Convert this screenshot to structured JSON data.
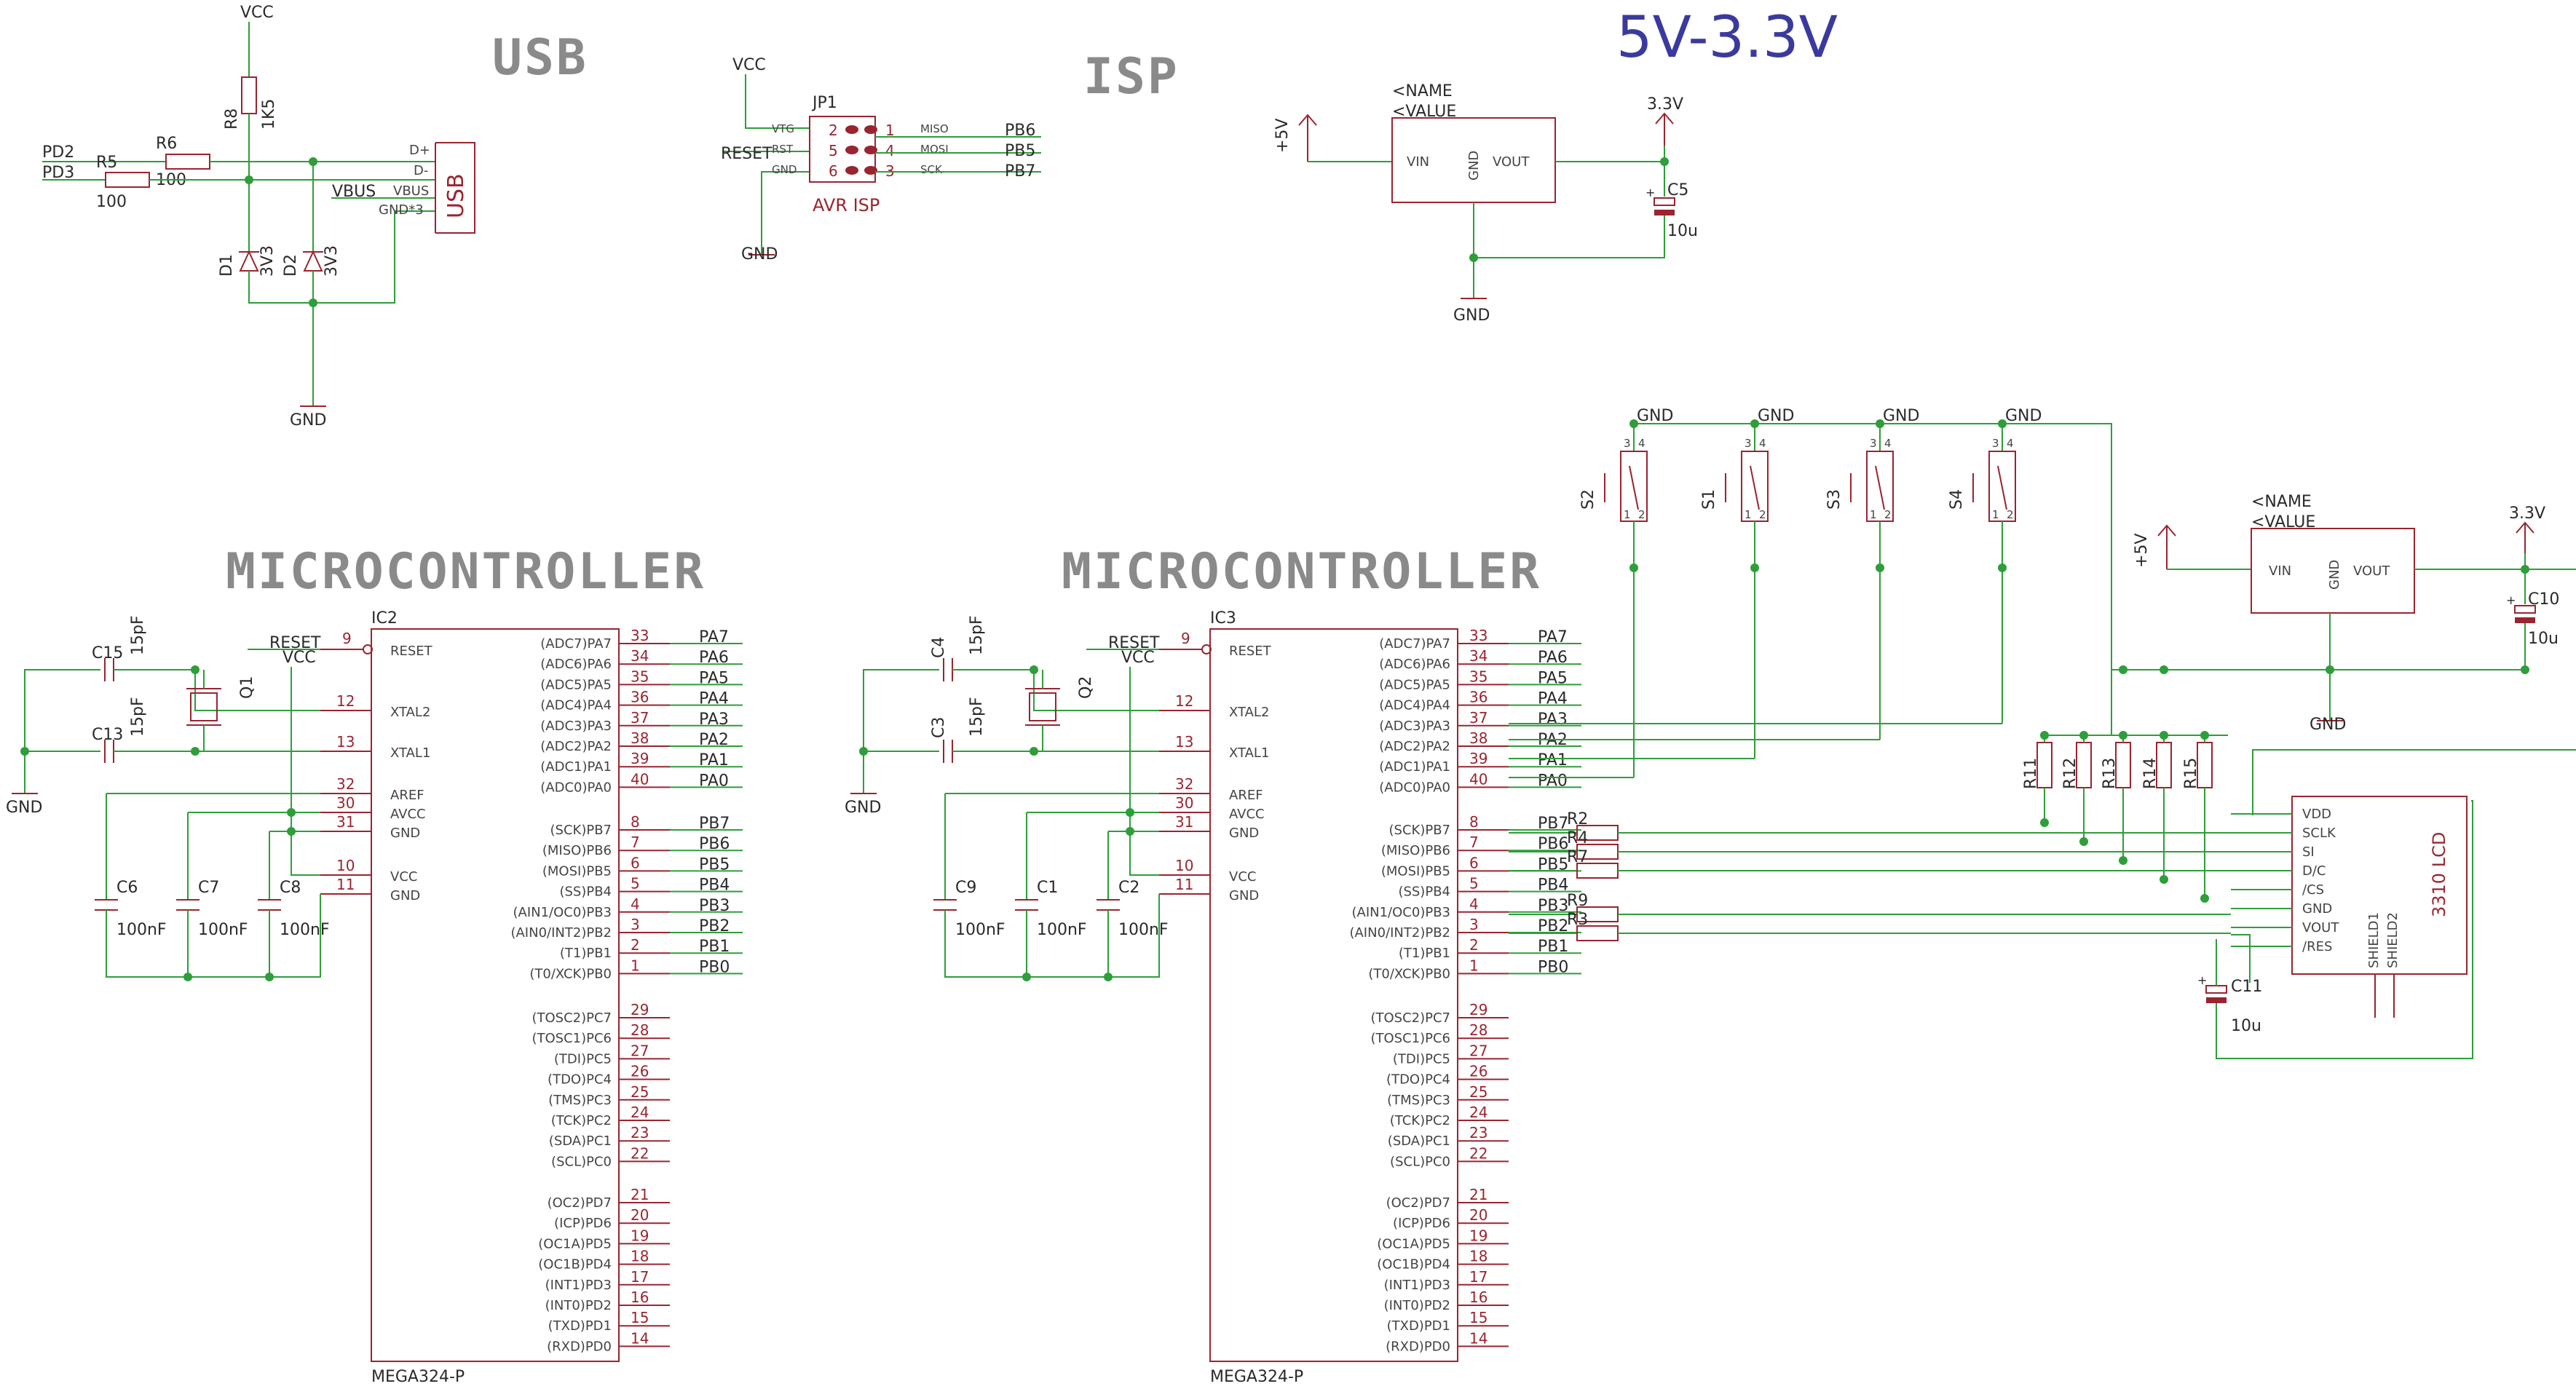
{
  "headings": {
    "usb": "USB",
    "isp": "ISP",
    "regulator": "5V-3.3V",
    "mcu_left": "MICROCONTROLLER",
    "mcu_right": "MICROCONTROLLER"
  },
  "power": {
    "vcc": "VCC",
    "gnd": "GND",
    "v5": "+5V",
    "v33": "3.3V"
  },
  "usb": {
    "connector_label": "USB",
    "pins": [
      "D+",
      "D-",
      "VBUS",
      "GND*3"
    ],
    "net_vbus": "VBUS",
    "nets": [
      "PD2",
      "PD3"
    ],
    "r5": "R5",
    "r5_val": "100",
    "r6": "R6",
    "r6_val": "100",
    "r8": "R8",
    "r8_val": "1K5",
    "d1": "D1",
    "d1_val": "3V3",
    "d2": "D2",
    "d2_val": "3V3"
  },
  "isp": {
    "name": "JP1",
    "label": "AVR ISP",
    "left_pins": [
      "VTG",
      "RST",
      "GND"
    ],
    "left_nums": [
      "2",
      "5",
      "6"
    ],
    "right_pins": [
      "MISO",
      "MOSI",
      "SCK"
    ],
    "right_nums": [
      "1",
      "4",
      "3"
    ],
    "nets": [
      "PB6",
      "PB5",
      "PB7"
    ],
    "reset": "RESET"
  },
  "regulator": {
    "name": "<NAME",
    "value": "<VALUE",
    "pins": [
      "VIN",
      "GND",
      "VOUT"
    ],
    "cap": "C5",
    "cap_val": "10u"
  },
  "regulator2": {
    "name": "<NAME",
    "value": "<VALUE",
    "pins": [
      "VIN",
      "GND",
      "VOUT"
    ],
    "cap": "C10",
    "cap_val": "10u"
  },
  "mcu": {
    "left_pins": [
      {
        "num": "9",
        "name": "RESET"
      },
      {
        "num": "12",
        "name": "XTAL2"
      },
      {
        "num": "13",
        "name": "XTAL1"
      },
      {
        "num": "32",
        "name": "AREF"
      },
      {
        "num": "30",
        "name": "AVCC"
      },
      {
        "num": "31",
        "name": "GND"
      },
      {
        "num": "10",
        "name": "VCC"
      },
      {
        "num": "11",
        "name": "GND"
      }
    ],
    "right_pins": [
      {
        "num": "33",
        "name": "(ADC7)PA7",
        "net": "PA7"
      },
      {
        "num": "34",
        "name": "(ADC6)PA6",
        "net": "PA6"
      },
      {
        "num": "35",
        "name": "(ADC5)PA5",
        "net": "PA5"
      },
      {
        "num": "36",
        "name": "(ADC4)PA4",
        "net": "PA4"
      },
      {
        "num": "37",
        "name": "(ADC3)PA3",
        "net": "PA3"
      },
      {
        "num": "38",
        "name": "(ADC2)PA2",
        "net": "PA2"
      },
      {
        "num": "39",
        "name": "(ADC1)PA1",
        "net": "PA1"
      },
      {
        "num": "40",
        "name": "(ADC0)PA0",
        "net": "PA0"
      },
      {
        "num": "8",
        "name": "(SCK)PB7",
        "net": "PB7"
      },
      {
        "num": "7",
        "name": "(MISO)PB6",
        "net": "PB6"
      },
      {
        "num": "6",
        "name": "(MOSI)PB5",
        "net": "PB5"
      },
      {
        "num": "5",
        "name": "(SS)PB4",
        "net": "PB4"
      },
      {
        "num": "4",
        "name": "(AIN1/OC0)PB3",
        "net": "PB3"
      },
      {
        "num": "3",
        "name": "(AIN0/INT2)PB2",
        "net": "PB2"
      },
      {
        "num": "2",
        "name": "(T1)PB1",
        "net": "PB1"
      },
      {
        "num": "1",
        "name": "(T0/XCK)PB0",
        "net": "PB0"
      },
      {
        "num": "29",
        "name": "(TOSC2)PC7",
        "net": ""
      },
      {
        "num": "28",
        "name": "(TOSC1)PC6",
        "net": ""
      },
      {
        "num": "27",
        "name": "(TDI)PC5",
        "net": ""
      },
      {
        "num": "26",
        "name": "(TDO)PC4",
        "net": ""
      },
      {
        "num": "25",
        "name": "(TMS)PC3",
        "net": ""
      },
      {
        "num": "24",
        "name": "(TCK)PC2",
        "net": ""
      },
      {
        "num": "23",
        "name": "(SDA)PC1",
        "net": ""
      },
      {
        "num": "22",
        "name": "(SCL)PC0",
        "net": ""
      },
      {
        "num": "21",
        "name": "(OC2)PD7",
        "net": ""
      },
      {
        "num": "20",
        "name": "(ICP)PD6",
        "net": ""
      },
      {
        "num": "19",
        "name": "(OC1A)PD5",
        "net": ""
      },
      {
        "num": "18",
        "name": "(OC1B)PD4",
        "net": ""
      },
      {
        "num": "17",
        "name": "(INT1)PD3",
        "net": ""
      },
      {
        "num": "16",
        "name": "(INT0)PD2",
        "net": ""
      },
      {
        "num": "15",
        "name": "(TXD)PD1",
        "net": ""
      },
      {
        "num": "14",
        "name": "(RXD)PD0",
        "net": ""
      }
    ]
  },
  "mcu_left": {
    "name": "IC2",
    "part": "MEGA324-P",
    "crystal": "Q1",
    "caps_top": [
      {
        "name": "C15",
        "val": "15pF"
      },
      {
        "name": "C13",
        "val": "15pF"
      }
    ],
    "caps_bottom": [
      {
        "name": "C6",
        "val": "100nF"
      },
      {
        "name": "C7",
        "val": "100nF"
      },
      {
        "name": "C8",
        "val": "100nF"
      }
    ]
  },
  "mcu_right": {
    "name": "IC3",
    "part": "MEGA324-P",
    "crystal": "Q2",
    "caps_top": [
      {
        "name": "C4",
        "val": "15pF"
      },
      {
        "name": "C3",
        "val": "15pF"
      }
    ],
    "caps_bottom": [
      {
        "name": "C9",
        "val": "100nF"
      },
      {
        "name": "C1",
        "val": "100nF"
      },
      {
        "name": "C2",
        "val": "100nF"
      }
    ]
  },
  "switches": [
    {
      "name": "S2",
      "pins": [
        "3",
        "4",
        "1",
        "2"
      ]
    },
    {
      "name": "S1",
      "pins": [
        "3",
        "4",
        "1",
        "2"
      ]
    },
    {
      "name": "S3",
      "pins": [
        "3",
        "4",
        "1",
        "2"
      ]
    },
    {
      "name": "S4",
      "pins": [
        "3",
        "4",
        "1",
        "2"
      ]
    }
  ],
  "resistors_series": [
    "R2",
    "R4",
    "R7",
    "R9",
    "R3"
  ],
  "resistors_pull": [
    "R11",
    "R12",
    "R13",
    "R14",
    "R15"
  ],
  "lcd": {
    "label": "3310 LCD",
    "pins": [
      "VDD",
      "SCLK",
      "SI",
      "D/C",
      "/CS",
      "GND",
      "VOUT",
      "/RES"
    ],
    "shields": [
      "SHIELD1",
      "SHIELD2"
    ],
    "cap": "C11",
    "cap_val": "10u"
  }
}
